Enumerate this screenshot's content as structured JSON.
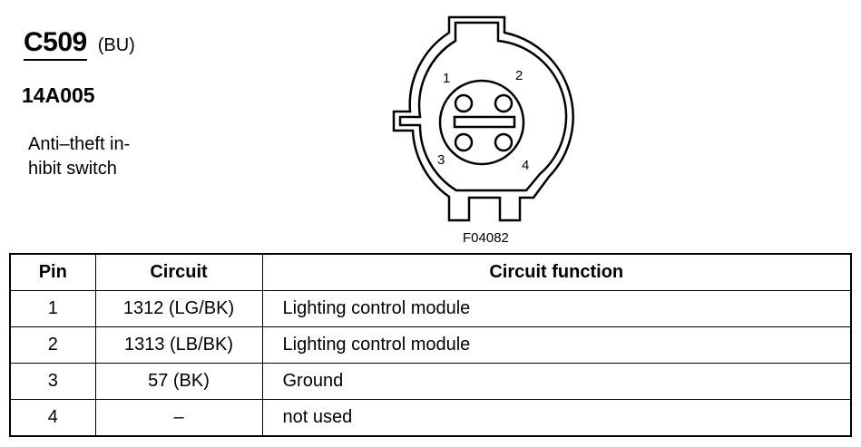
{
  "connector": {
    "code": "C509",
    "color": "(BU)",
    "part_number": "14A005",
    "description": "Anti–theft in-hibit switch",
    "description_lines": [
      "Anti–theft in-",
      "hibit switch"
    ]
  },
  "diagram": {
    "pin_labels": [
      "1",
      "2",
      "3",
      "4"
    ],
    "figure_id": "F04082"
  },
  "table": {
    "headers": [
      "Pin",
      "Circuit",
      "Circuit function"
    ],
    "rows": [
      [
        "1",
        "1312 (LG/BK)",
        "Lighting control module"
      ],
      [
        "2",
        "1313 (LB/BK)",
        "Lighting control module"
      ],
      [
        "3",
        "57 (BK)",
        "Ground"
      ],
      [
        "4",
        "–",
        "not used"
      ]
    ]
  }
}
